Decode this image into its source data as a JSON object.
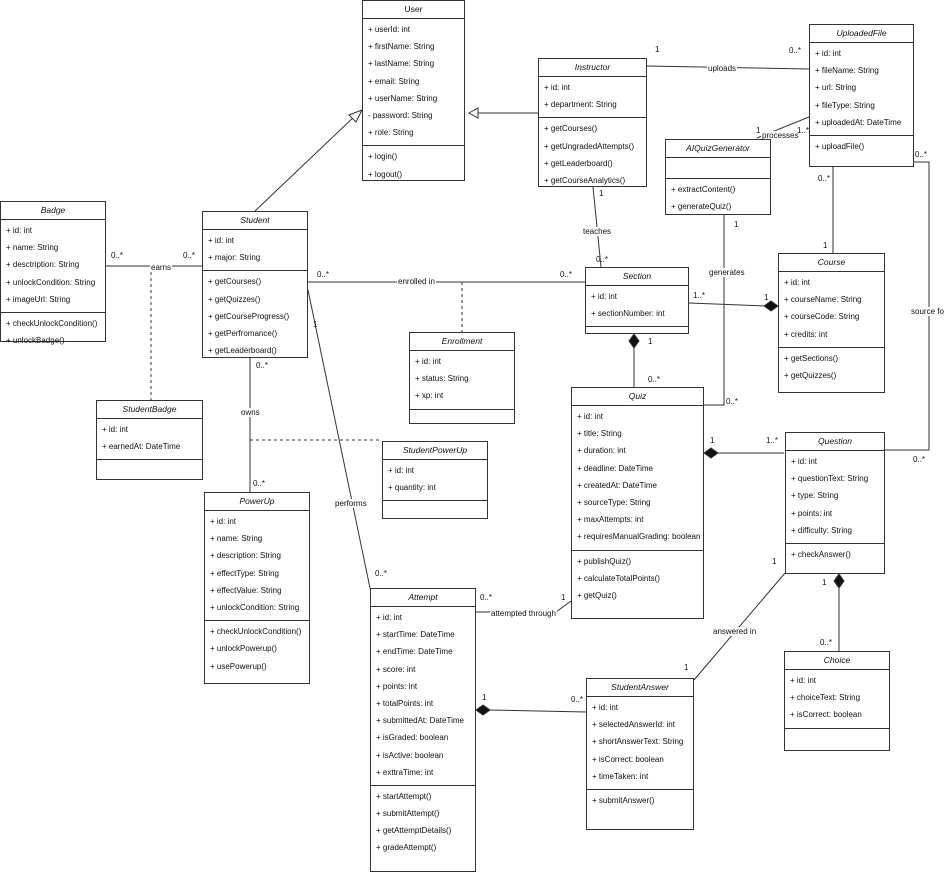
{
  "classes": [
    {
      "key": "user",
      "name": "User",
      "italic": false,
      "attrs": [
        "+ userId: int",
        "+ firstName: String",
        "+ lastName: String",
        "+ email: String",
        "+ userName: String",
        "- password: String",
        "+ role: String"
      ],
      "methods": [
        "+ login()",
        "+ logout()"
      ]
    },
    {
      "key": "instructor",
      "name": "Instructor",
      "italic": true,
      "attrs": [
        "+ id: int",
        "+ department: String"
      ],
      "methods": [
        "+ getCourses()",
        "+ getUngradedAttempts()",
        "+ getLeaderboard()",
        "+ getCourseAnalytics()"
      ]
    },
    {
      "key": "uploadedfile",
      "name": "UploadedFile",
      "italic": true,
      "attrs": [
        "+ id: int",
        "+ fileName: String",
        "+ url: String",
        "+ fileType: String",
        "+ uploadedAt: DateTime"
      ],
      "methods": [
        "+ uploadFile()"
      ]
    },
    {
      "key": "aiquizgenerator",
      "name": "AIQuizGenerator",
      "italic": true,
      "attrs": [],
      "methods": [
        "+ extractContent()",
        "+ generateQuiz()"
      ]
    },
    {
      "key": "badge",
      "name": "Badge",
      "italic": true,
      "attrs": [
        "+ id: int",
        "+ name: String",
        "+ desctription: String",
        "+ unlockCondition: String",
        "+ imageUrl: String"
      ],
      "methods": [
        "+ checkUnlockCondition()",
        "+ unlockBadge()"
      ]
    },
    {
      "key": "student",
      "name": "Student",
      "italic": true,
      "attrs": [
        "+ id: int",
        "+ major: String"
      ],
      "methods": [
        "+ getCourses()",
        "+ getQuizzes()",
        "+ getCourseProgress()",
        "+ getPerfromance()",
        "+ getLeaderboard()"
      ]
    },
    {
      "key": "section",
      "name": "Section",
      "italic": true,
      "attrs": [
        "+ id: int",
        "+ sectionNumber: int"
      ],
      "methods": []
    },
    {
      "key": "course",
      "name": "Course",
      "italic": true,
      "attrs": [
        "+ id: int",
        "+ courseName: String",
        "+ courseCode: String",
        "+ credits: int"
      ],
      "methods": [
        "+ getSections()",
        "+ getQuizzes()"
      ]
    },
    {
      "key": "enrollment",
      "name": "Enrollment",
      "italic": true,
      "attrs": [
        "+ id: int",
        "+ status: String",
        "+ xp: int"
      ],
      "methods": []
    },
    {
      "key": "studentbadge",
      "name": "StudentBadge",
      "italic": true,
      "attrs": [
        "+ id: int",
        "+ earnedAt: DateTime"
      ],
      "methods": []
    },
    {
      "key": "studentpowerup",
      "name": "StudentPowerUp",
      "italic": true,
      "attrs": [
        "+ id: int",
        "+ quantity: int"
      ],
      "methods": []
    },
    {
      "key": "quiz",
      "name": "Quiz",
      "italic": true,
      "attrs": [
        "+ id: int",
        "+ title: String",
        "+ duration: int",
        "+ deadline: DateTime",
        "+ createdAt: DateTime",
        "+ sourceType: String",
        "+ maxAttempts: int",
        "+ requiresManualGrading: boolean"
      ],
      "methods": [
        "+ publishQuiz()",
        "+ calculateTotalPoints()",
        "+ getQuiz()"
      ]
    },
    {
      "key": "question",
      "name": "Question",
      "italic": true,
      "attrs": [
        "+ id: int",
        "+ questionText: String",
        "+ type: String",
        "+ points: int",
        "+ difficulty: String"
      ],
      "methods": [
        "+ checkAnswer()"
      ]
    },
    {
      "key": "powerup",
      "name": "PowerUp",
      "italic": true,
      "attrs": [
        "+ id: int",
        "+ name: String",
        "+ description: String",
        "+ effectType: String",
        "+ effectValue: String",
        "+ unlockCondition: String"
      ],
      "methods": [
        "+ checkUnlockCondition()",
        "+ unlockPowerup()",
        "+ usePowerup()"
      ]
    },
    {
      "key": "attempt",
      "name": "Attempt",
      "italic": true,
      "attrs": [
        "+ id: int",
        "+ startTime: DateTime",
        "+ endTime: DateTime",
        "+ score: int",
        "+ points: int",
        "+ totalPoints: int",
        "+ submittedAt: DateTime",
        "+ isGraded: boolean",
        "+ isActive: boolean",
        "+ exttraTime: int"
      ],
      "methods": [
        "+ startAttempt()",
        "+ submitAttempt()",
        "+ getAttemptDetails()",
        "+ gradeAttempt()"
      ]
    },
    {
      "key": "studentanswer",
      "name": "StudentAnswer",
      "italic": true,
      "attrs": [
        "+ id: int",
        "+ selectedAnswerId: int",
        "+ shortAnswerText: String",
        "+ isCorrect: boolean",
        "+ timeTaken: int"
      ],
      "methods": [
        "+ submitAnswer()"
      ]
    },
    {
      "key": "choice",
      "name": "Choice",
      "italic": true,
      "attrs": [
        "+ id: int",
        "+ choiceText: String",
        "+ isCorrect: boolean"
      ],
      "methods": []
    }
  ],
  "labels": {
    "uploads": "uploads",
    "processes": "processes",
    "teaches": "teaches",
    "generates": "generates",
    "source_for": "source for",
    "earns": "earns",
    "enrolled_in": "enrolled in",
    "owns": "owns",
    "performs": "performs",
    "attempted_through": "attempted through",
    "answered_in": "answered in"
  },
  "multiplicities": {
    "upload_instructor": "1",
    "upload_file": "0..*",
    "proc_gen": "1",
    "proc_file": "1..*",
    "teach_instructor": "1",
    "teach_section": "0..*",
    "gen_gen": "1",
    "gen_quiz": "0..*",
    "file_course_file": "0..*",
    "file_course_course": "1",
    "source_file": "0..*",
    "source_question": "0..*",
    "earn_badge": "0..*",
    "earn_student": "0..*",
    "enroll_student": "0..*",
    "enroll_section": "0..*",
    "section_course_section": "1..*",
    "section_course_course": "1",
    "section_quiz_section": "1",
    "section_quiz_quiz": "0..*",
    "quiz_question_quiz": "1",
    "quiz_question_question": "1..*",
    "own_student": "0..*",
    "own_powerup": "0..*",
    "perform_student": "1",
    "perform_attempt": "0..*",
    "attempt_quiz_attempt": "0..*",
    "attempt_quiz_quiz": "1",
    "answer_question": "1",
    "answer_answer": "1",
    "attempt_answer_attempt": "1",
    "attempt_answer_answer": "0..*",
    "question_choice_question": "1",
    "question_choice_choice": "0..*"
  }
}
